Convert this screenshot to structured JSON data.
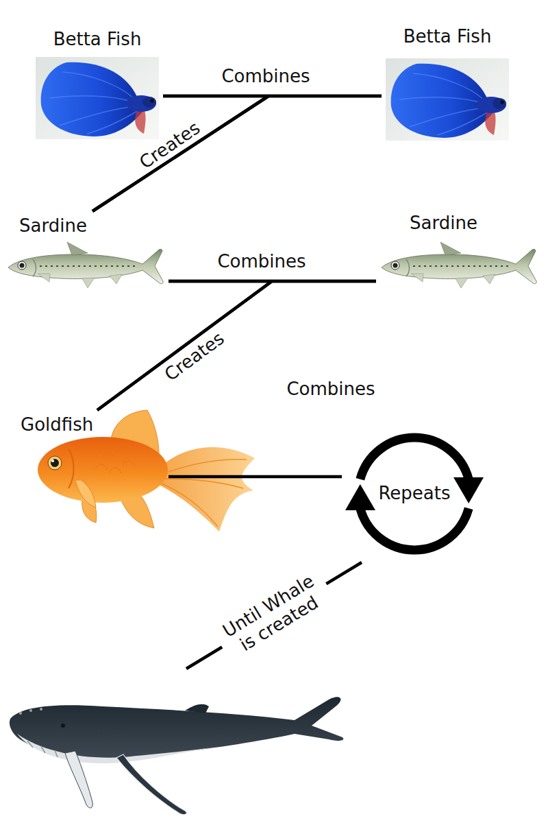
{
  "diagram": {
    "nodes": [
      {
        "text": [
          "Betta Fish"
        ]
      },
      {
        "text": [
          "Betta Fish"
        ]
      },
      {
        "text": [
          "Sardine"
        ]
      },
      {
        "text": [
          "Sardine"
        ]
      },
      {
        "text": [
          "Goldfish"
        ]
      },
      {
        "text": [
          "Repeats"
        ]
      }
    ],
    "edges": [
      {
        "from": 0,
        "to": 1,
        "arrow": "none",
        "label": "Combines"
      },
      {
        "from": 0,
        "to": 2,
        "arrow": "none",
        "label": "Creates"
      },
      {
        "from": 1,
        "to": 2,
        "arrow": "none"
      },
      {
        "from": 2,
        "to": 3,
        "arrow": "none",
        "label": "Combines"
      },
      {
        "from": 2,
        "to": 4,
        "arrow": "none",
        "label": "Creates"
      },
      {
        "from": 3,
        "to": 4,
        "arrow": "none"
      },
      {
        "from": 4,
        "to": 5,
        "arrow": "none",
        "label": "Combines"
      }
    ],
    "labels": [
      "Until Whale is created"
    ]
  }
}
